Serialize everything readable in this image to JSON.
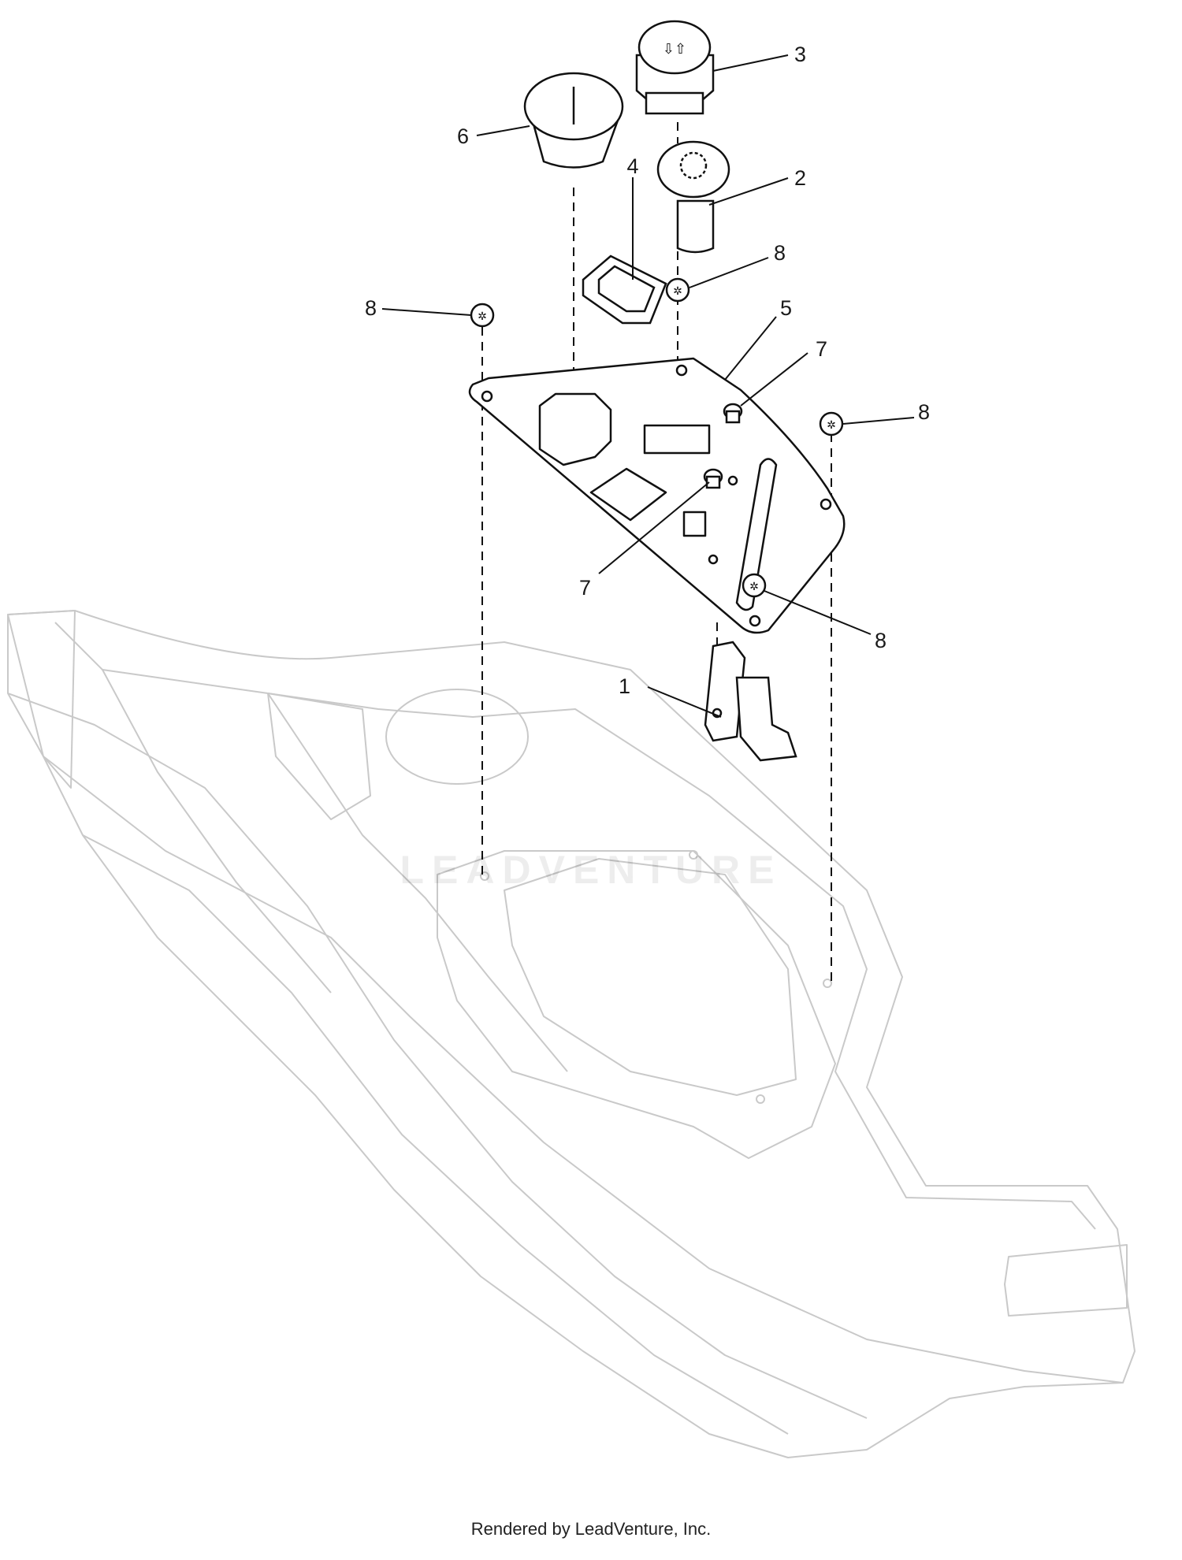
{
  "callouts": [
    {
      "id": "1",
      "label": "1"
    },
    {
      "id": "2",
      "label": "2"
    },
    {
      "id": "3",
      "label": "3"
    },
    {
      "id": "4",
      "label": "4"
    },
    {
      "id": "5",
      "label": "5"
    },
    {
      "id": "6",
      "label": "6"
    },
    {
      "id": "7a",
      "label": "7"
    },
    {
      "id": "7b",
      "label": "7"
    },
    {
      "id": "8a",
      "label": "8"
    },
    {
      "id": "8b",
      "label": "8"
    },
    {
      "id": "8c",
      "label": "8"
    },
    {
      "id": "8d",
      "label": "8"
    }
  ],
  "icons": {
    "part3_symbol": "up-down-arrows-icon",
    "part2_symbol": "key-ignition-icon"
  },
  "watermark": "LEADVENTURE",
  "footer": "Rendered by LeadVenture, Inc."
}
